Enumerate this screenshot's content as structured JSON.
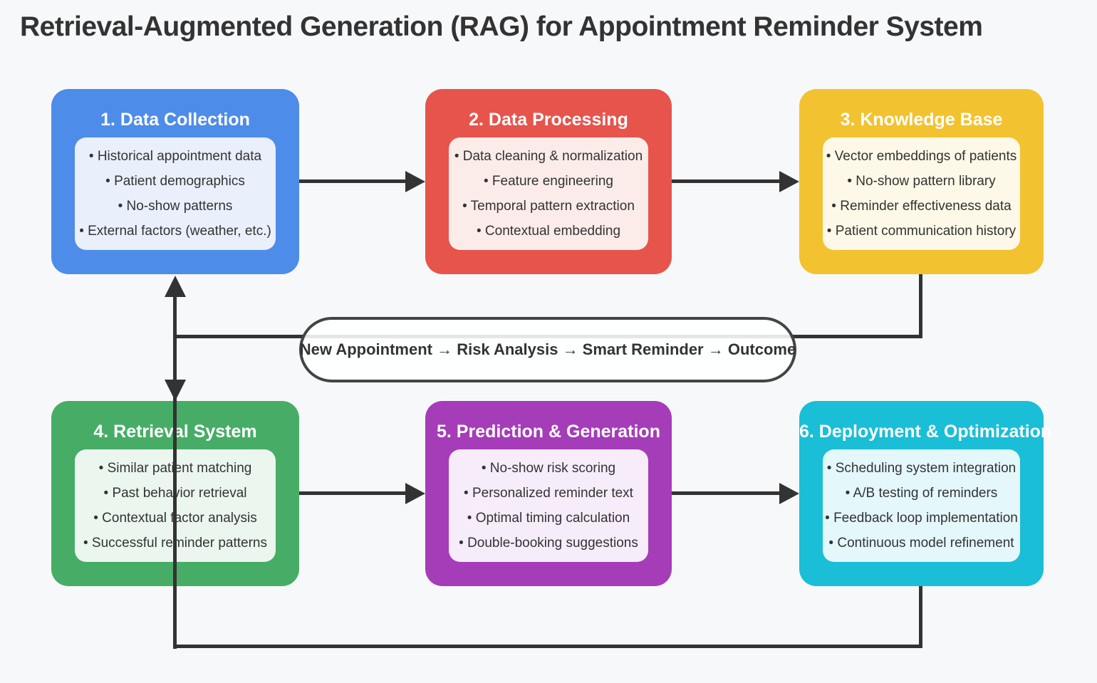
{
  "title": "Retrieval-Augmented Generation (RAG) for Appointment Reminder System",
  "boxes": [
    {
      "heading": "1. Data Collection",
      "color": "#4e8ce9",
      "inner_color": "#e9effb",
      "items": [
        "• Historical appointment data",
        "• Patient demographics",
        "• No-show patterns",
        "• External factors (weather, etc.)"
      ]
    },
    {
      "heading": "2. Data Processing",
      "color": "#e6544c",
      "inner_color": "#fbecea",
      "items": [
        "• Data cleaning & normalization",
        "• Feature engineering",
        "• Temporal pattern extraction",
        "• Contextual embedding"
      ]
    },
    {
      "heading": "3. Knowledge Base",
      "color": "#f2c230",
      "inner_color": "#fdf8e7",
      "items": [
        "• Vector embeddings of patients",
        "• No-show pattern library",
        "• Reminder effectiveness data",
        "• Patient communication history"
      ]
    },
    {
      "heading": "4. Retrieval System",
      "color": "#47ad66",
      "inner_color": "#ebf6ef",
      "items": [
        "• Similar patient matching",
        "• Past behavior retrieval",
        "• Contextual factor analysis",
        "• Successful reminder patterns"
      ]
    },
    {
      "heading": "5. Prediction & Generation",
      "color": "#a53cb8",
      "inner_color": "#f7ecf9",
      "items": [
        "• No-show risk scoring",
        "• Personalized reminder text",
        "• Optimal timing calculation",
        "• Double-booking suggestions"
      ]
    },
    {
      "heading": "6. Deployment & Optimization",
      "color": "#1abed6",
      "inner_color": "#e4f7fb",
      "items": [
        "• Scheduling system integration",
        "• A/B testing of reminders",
        "• Feedback loop implementation",
        "• Continuous model refinement"
      ]
    }
  ],
  "pipeline": {
    "label": "New Appointment → Risk Analysis → Smart Reminder → Outcome"
  },
  "edges": [
    {
      "from": "1. Data Collection",
      "to": "2. Data Processing"
    },
    {
      "from": "2. Data Processing",
      "to": "3. Knowledge Base"
    },
    {
      "from": "3. Knowledge Base",
      "to": "4. Retrieval System"
    },
    {
      "from": "4. Retrieval System",
      "to": "5. Prediction & Generation"
    },
    {
      "from": "5. Prediction & Generation",
      "to": "6. Deployment & Optimization"
    },
    {
      "from": "6. Deployment & Optimization",
      "to": "1. Data Collection"
    }
  ],
  "colors": {
    "background": "#f7f8fa",
    "title_text": "#333333",
    "edge": "#333333",
    "pill_border": "#444444",
    "heading_text": "#ffffff",
    "item_text": "#333333"
  }
}
